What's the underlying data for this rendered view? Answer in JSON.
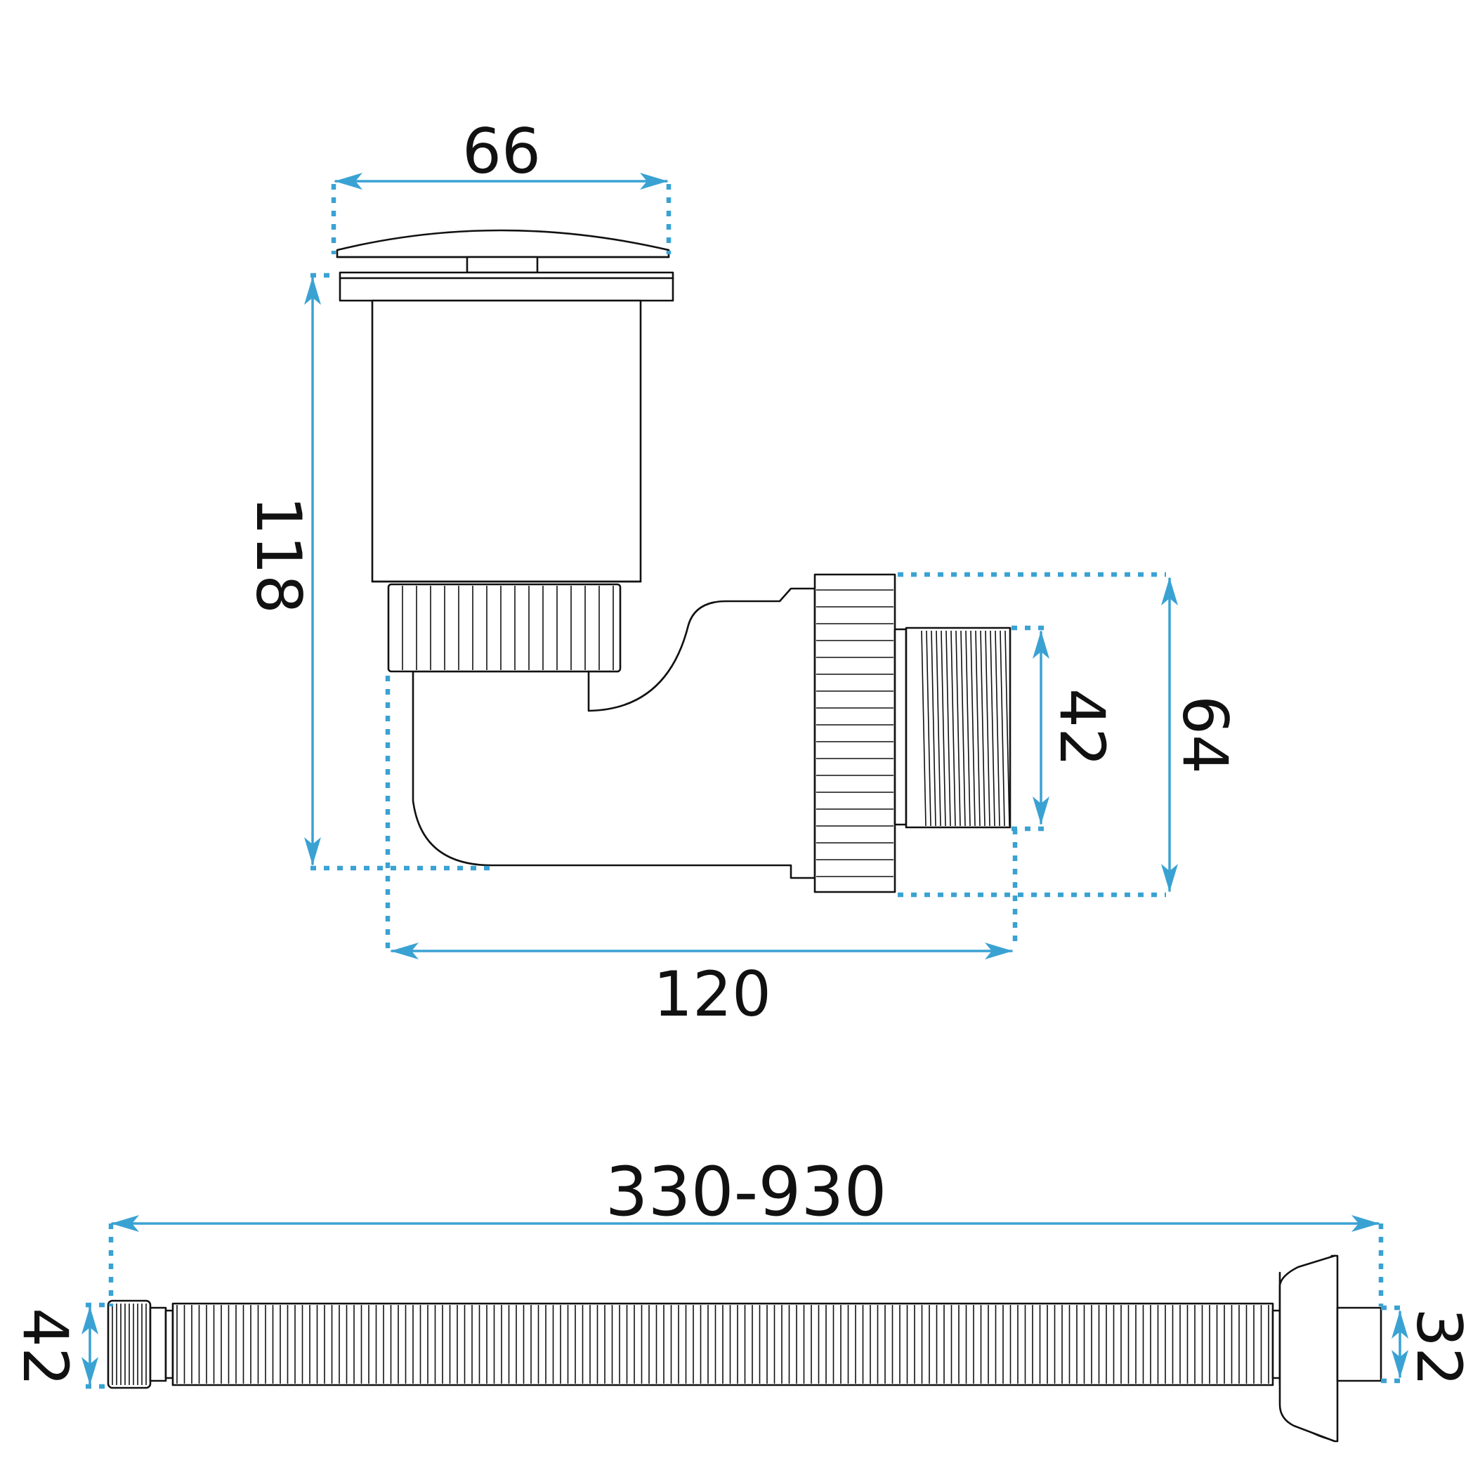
{
  "colors": {
    "dimension": "#3aa2d3",
    "outline": "#111111",
    "background": "#ffffff"
  },
  "dimensions": {
    "waste_head_width": "66",
    "waste_height": "118",
    "waste_length": "120",
    "outlet_thread": "42",
    "nut_outer": "64",
    "hose_length": "330-930",
    "hose_inlet": "42",
    "hose_outlet": "32"
  }
}
